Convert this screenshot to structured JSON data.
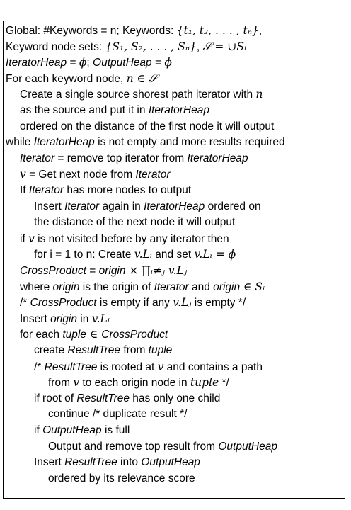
{
  "algorithm": {
    "lines": [
      {
        "indent": 0,
        "segments": [
          {
            "t": "Global: #Keywords = n; Keywords: ",
            "s": "n"
          },
          {
            "t": "{t₁, t₂, . . . , tₙ}",
            "s": "m"
          },
          {
            "t": ",",
            "s": "n"
          }
        ]
      },
      {
        "indent": 0,
        "segments": [
          {
            "t": "Keyword node sets: ",
            "s": "n"
          },
          {
            "t": "{S₁, S₂, . . . , Sₙ}",
            "s": "m"
          },
          {
            "t": ", ",
            "s": "n"
          },
          {
            "t": "𝒮 = ∪Sᵢ",
            "s": "m"
          }
        ]
      },
      {
        "indent": 0,
        "segments": [
          {
            "t": "IteratorHeap",
            "s": "i"
          },
          {
            "t": " = ",
            "s": "n"
          },
          {
            "t": "ϕ",
            "s": "m"
          },
          {
            "t": "; ",
            "s": "n"
          },
          {
            "t": "OutputHeap",
            "s": "i"
          },
          {
            "t": " = ",
            "s": "n"
          },
          {
            "t": "ϕ",
            "s": "m"
          }
        ]
      },
      {
        "indent": 0,
        "segments": [
          {
            "t": "For each keyword node, ",
            "s": "n"
          },
          {
            "t": "n ∈ 𝒮",
            "s": "m"
          }
        ]
      },
      {
        "indent": 1,
        "segments": [
          {
            "t": "Create a single source shorest path iterator with ",
            "s": "n"
          },
          {
            "t": "n",
            "s": "m"
          }
        ]
      },
      {
        "indent": 1,
        "segments": [
          {
            "t": "as the source and put it in ",
            "s": "n"
          },
          {
            "t": "IteratorHeap",
            "s": "i"
          }
        ]
      },
      {
        "indent": 1,
        "segments": [
          {
            "t": "ordered on the distance of the first node it will output",
            "s": "n"
          }
        ]
      },
      {
        "indent": 0,
        "segments": [
          {
            "t": "while ",
            "s": "n"
          },
          {
            "t": "IteratorHeap",
            "s": "i"
          },
          {
            "t": " is not empty and more results required",
            "s": "n"
          }
        ]
      },
      {
        "indent": 1,
        "segments": [
          {
            "t": "Iterator",
            "s": "i"
          },
          {
            "t": " = remove top iterator from ",
            "s": "n"
          },
          {
            "t": "IteratorHeap",
            "s": "i"
          }
        ]
      },
      {
        "indent": 1,
        "segments": [
          {
            "t": "v",
            "s": "m"
          },
          {
            "t": " = Get next node from ",
            "s": "n"
          },
          {
            "t": "Iterator",
            "s": "i"
          }
        ]
      },
      {
        "indent": 1,
        "segments": [
          {
            "t": "If ",
            "s": "n"
          },
          {
            "t": "Iterator",
            "s": "i"
          },
          {
            "t": " has more nodes to output",
            "s": "n"
          }
        ]
      },
      {
        "indent": 2,
        "segments": [
          {
            "t": "Insert ",
            "s": "n"
          },
          {
            "t": "Iterator",
            "s": "i"
          },
          {
            "t": " again in ",
            "s": "n"
          },
          {
            "t": "IteratorHeap",
            "s": "i"
          },
          {
            "t": " ordered on",
            "s": "n"
          }
        ]
      },
      {
        "indent": 2,
        "segments": [
          {
            "t": "the distance of the next node it will output",
            "s": "n"
          }
        ]
      },
      {
        "indent": 1,
        "segments": [
          {
            "t": "if ",
            "s": "n"
          },
          {
            "t": "v",
            "s": "m"
          },
          {
            "t": " is not visited before by any iterator then",
            "s": "n"
          }
        ]
      },
      {
        "indent": 2,
        "segments": [
          {
            "t": "for i = 1 to n: Create ",
            "s": "n"
          },
          {
            "t": "v.Lᵢ",
            "s": "m"
          },
          {
            "t": " and set ",
            "s": "n"
          },
          {
            "t": "v.Lᵢ = ϕ",
            "s": "m"
          }
        ]
      },
      {
        "indent": 1,
        "segments": [
          {
            "t": "CrossProduct",
            "s": "i"
          },
          {
            "t": " = ",
            "s": "n"
          },
          {
            "t": "origin",
            "s": "i"
          },
          {
            "t": " × ",
            "s": "r"
          },
          {
            "t": "∏",
            "s": "r"
          },
          {
            "t": "ᵢ≠ⱼ v.Lⱼ",
            "s": "m"
          }
        ]
      },
      {
        "indent": 1,
        "segments": [
          {
            "t": "where ",
            "s": "n"
          },
          {
            "t": "origin",
            "s": "i"
          },
          {
            "t": " is the origin of ",
            "s": "n"
          },
          {
            "t": "Iterator",
            "s": "i"
          },
          {
            "t": " and ",
            "s": "n"
          },
          {
            "t": "origin",
            "s": "i"
          },
          {
            "t": " ∈ ",
            "s": "r"
          },
          {
            "t": "Sᵢ",
            "s": "m"
          }
        ]
      },
      {
        "indent": 1,
        "segments": [
          {
            "t": "/* ",
            "s": "n"
          },
          {
            "t": "CrossProduct",
            "s": "i"
          },
          {
            "t": " is empty if any ",
            "s": "n"
          },
          {
            "t": "v.Lⱼ",
            "s": "m"
          },
          {
            "t": " is empty */",
            "s": "n"
          }
        ]
      },
      {
        "indent": 1,
        "segments": [
          {
            "t": "Insert ",
            "s": "n"
          },
          {
            "t": "origin",
            "s": "i"
          },
          {
            "t": " in ",
            "s": "n"
          },
          {
            "t": "v.Lᵢ",
            "s": "m"
          }
        ]
      },
      {
        "indent": 1,
        "segments": [
          {
            "t": "for each ",
            "s": "n"
          },
          {
            "t": "tuple",
            "s": "i"
          },
          {
            "t": " ∈ ",
            "s": "r"
          },
          {
            "t": "CrossProduct",
            "s": "i"
          }
        ]
      },
      {
        "indent": 2,
        "segments": [
          {
            "t": "create ",
            "s": "n"
          },
          {
            "t": "ResultTree",
            "s": "i"
          },
          {
            "t": " from ",
            "s": "n"
          },
          {
            "t": "tuple",
            "s": "i"
          }
        ]
      },
      {
        "indent": 2,
        "segments": [
          {
            "t": "/* ",
            "s": "n"
          },
          {
            "t": "ResultTree",
            "s": "i"
          },
          {
            "t": " is rooted at ",
            "s": "n"
          },
          {
            "t": "v",
            "s": "m"
          },
          {
            "t": " and contains a path",
            "s": "n"
          }
        ]
      },
      {
        "indent": 3,
        "segments": [
          {
            "t": "from ",
            "s": "n"
          },
          {
            "t": "v",
            "s": "m"
          },
          {
            "t": " to each origin node in ",
            "s": "n"
          },
          {
            "t": "tuple",
            "s": "m"
          },
          {
            "t": " */",
            "s": "n"
          }
        ]
      },
      {
        "indent": 2,
        "segments": [
          {
            "t": "if root of ",
            "s": "n"
          },
          {
            "t": "ResultTree",
            "s": "i"
          },
          {
            "t": " has only one child",
            "s": "n"
          }
        ]
      },
      {
        "indent": 3,
        "segments": [
          {
            "t": "continue /* duplicate result */",
            "s": "n"
          }
        ]
      },
      {
        "indent": 2,
        "segments": [
          {
            "t": "if ",
            "s": "n"
          },
          {
            "t": "OutputHeap",
            "s": "i"
          },
          {
            "t": " is full",
            "s": "n"
          }
        ]
      },
      {
        "indent": 3,
        "segments": [
          {
            "t": "Output and remove top result from ",
            "s": "n"
          },
          {
            "t": "OutputHeap",
            "s": "i"
          }
        ]
      },
      {
        "indent": 2,
        "segments": [
          {
            "t": "Insert ",
            "s": "n"
          },
          {
            "t": "ResultTree",
            "s": "i"
          },
          {
            "t": " into ",
            "s": "n"
          },
          {
            "t": "OutputHeap",
            "s": "i"
          }
        ]
      },
      {
        "indent": 3,
        "segments": [
          {
            "t": "ordered by its relevance score",
            "s": "n"
          }
        ]
      }
    ]
  }
}
